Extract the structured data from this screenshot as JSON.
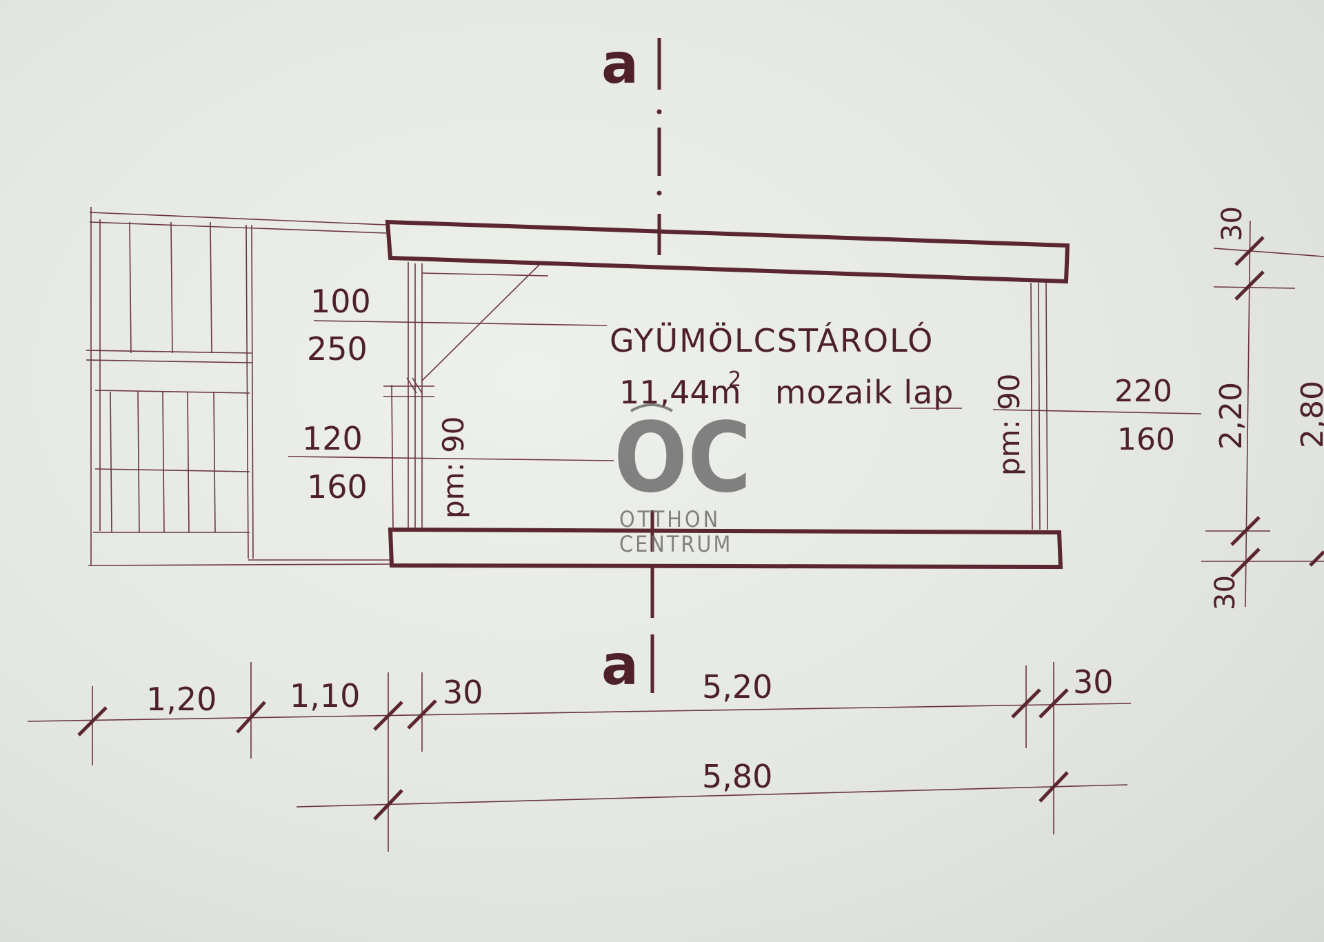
{
  "drawing": {
    "section_mark_top": "a",
    "section_mark_bottom": "a",
    "room_name": "GYÜMÖLCSTÁROLÓ",
    "room_area": "11,44m",
    "room_area_exp": "2",
    "floor_finish": "mozaik lap",
    "window_left": {
      "top": "100",
      "bottom": "250"
    },
    "window_right_left": {
      "top": "120",
      "bottom": "160"
    },
    "window_right": {
      "top": "220",
      "bottom": "160"
    },
    "parapet_left": "pm: 90",
    "parapet_right": "pm: 90",
    "dims_bottom": [
      "1,20",
      "1,10",
      "30",
      "5,20",
      "30"
    ],
    "dim_total": "5,80",
    "dims_right": [
      "30",
      "2,20",
      "2,80",
      "30"
    ]
  },
  "watermark": {
    "logo": "OC",
    "line1": "OTTHON",
    "line2": "CENTRUM"
  },
  "colors": {
    "ink": "#5a2630",
    "paper": "#e6e8e3",
    "watermark": "#6e6e6e"
  }
}
